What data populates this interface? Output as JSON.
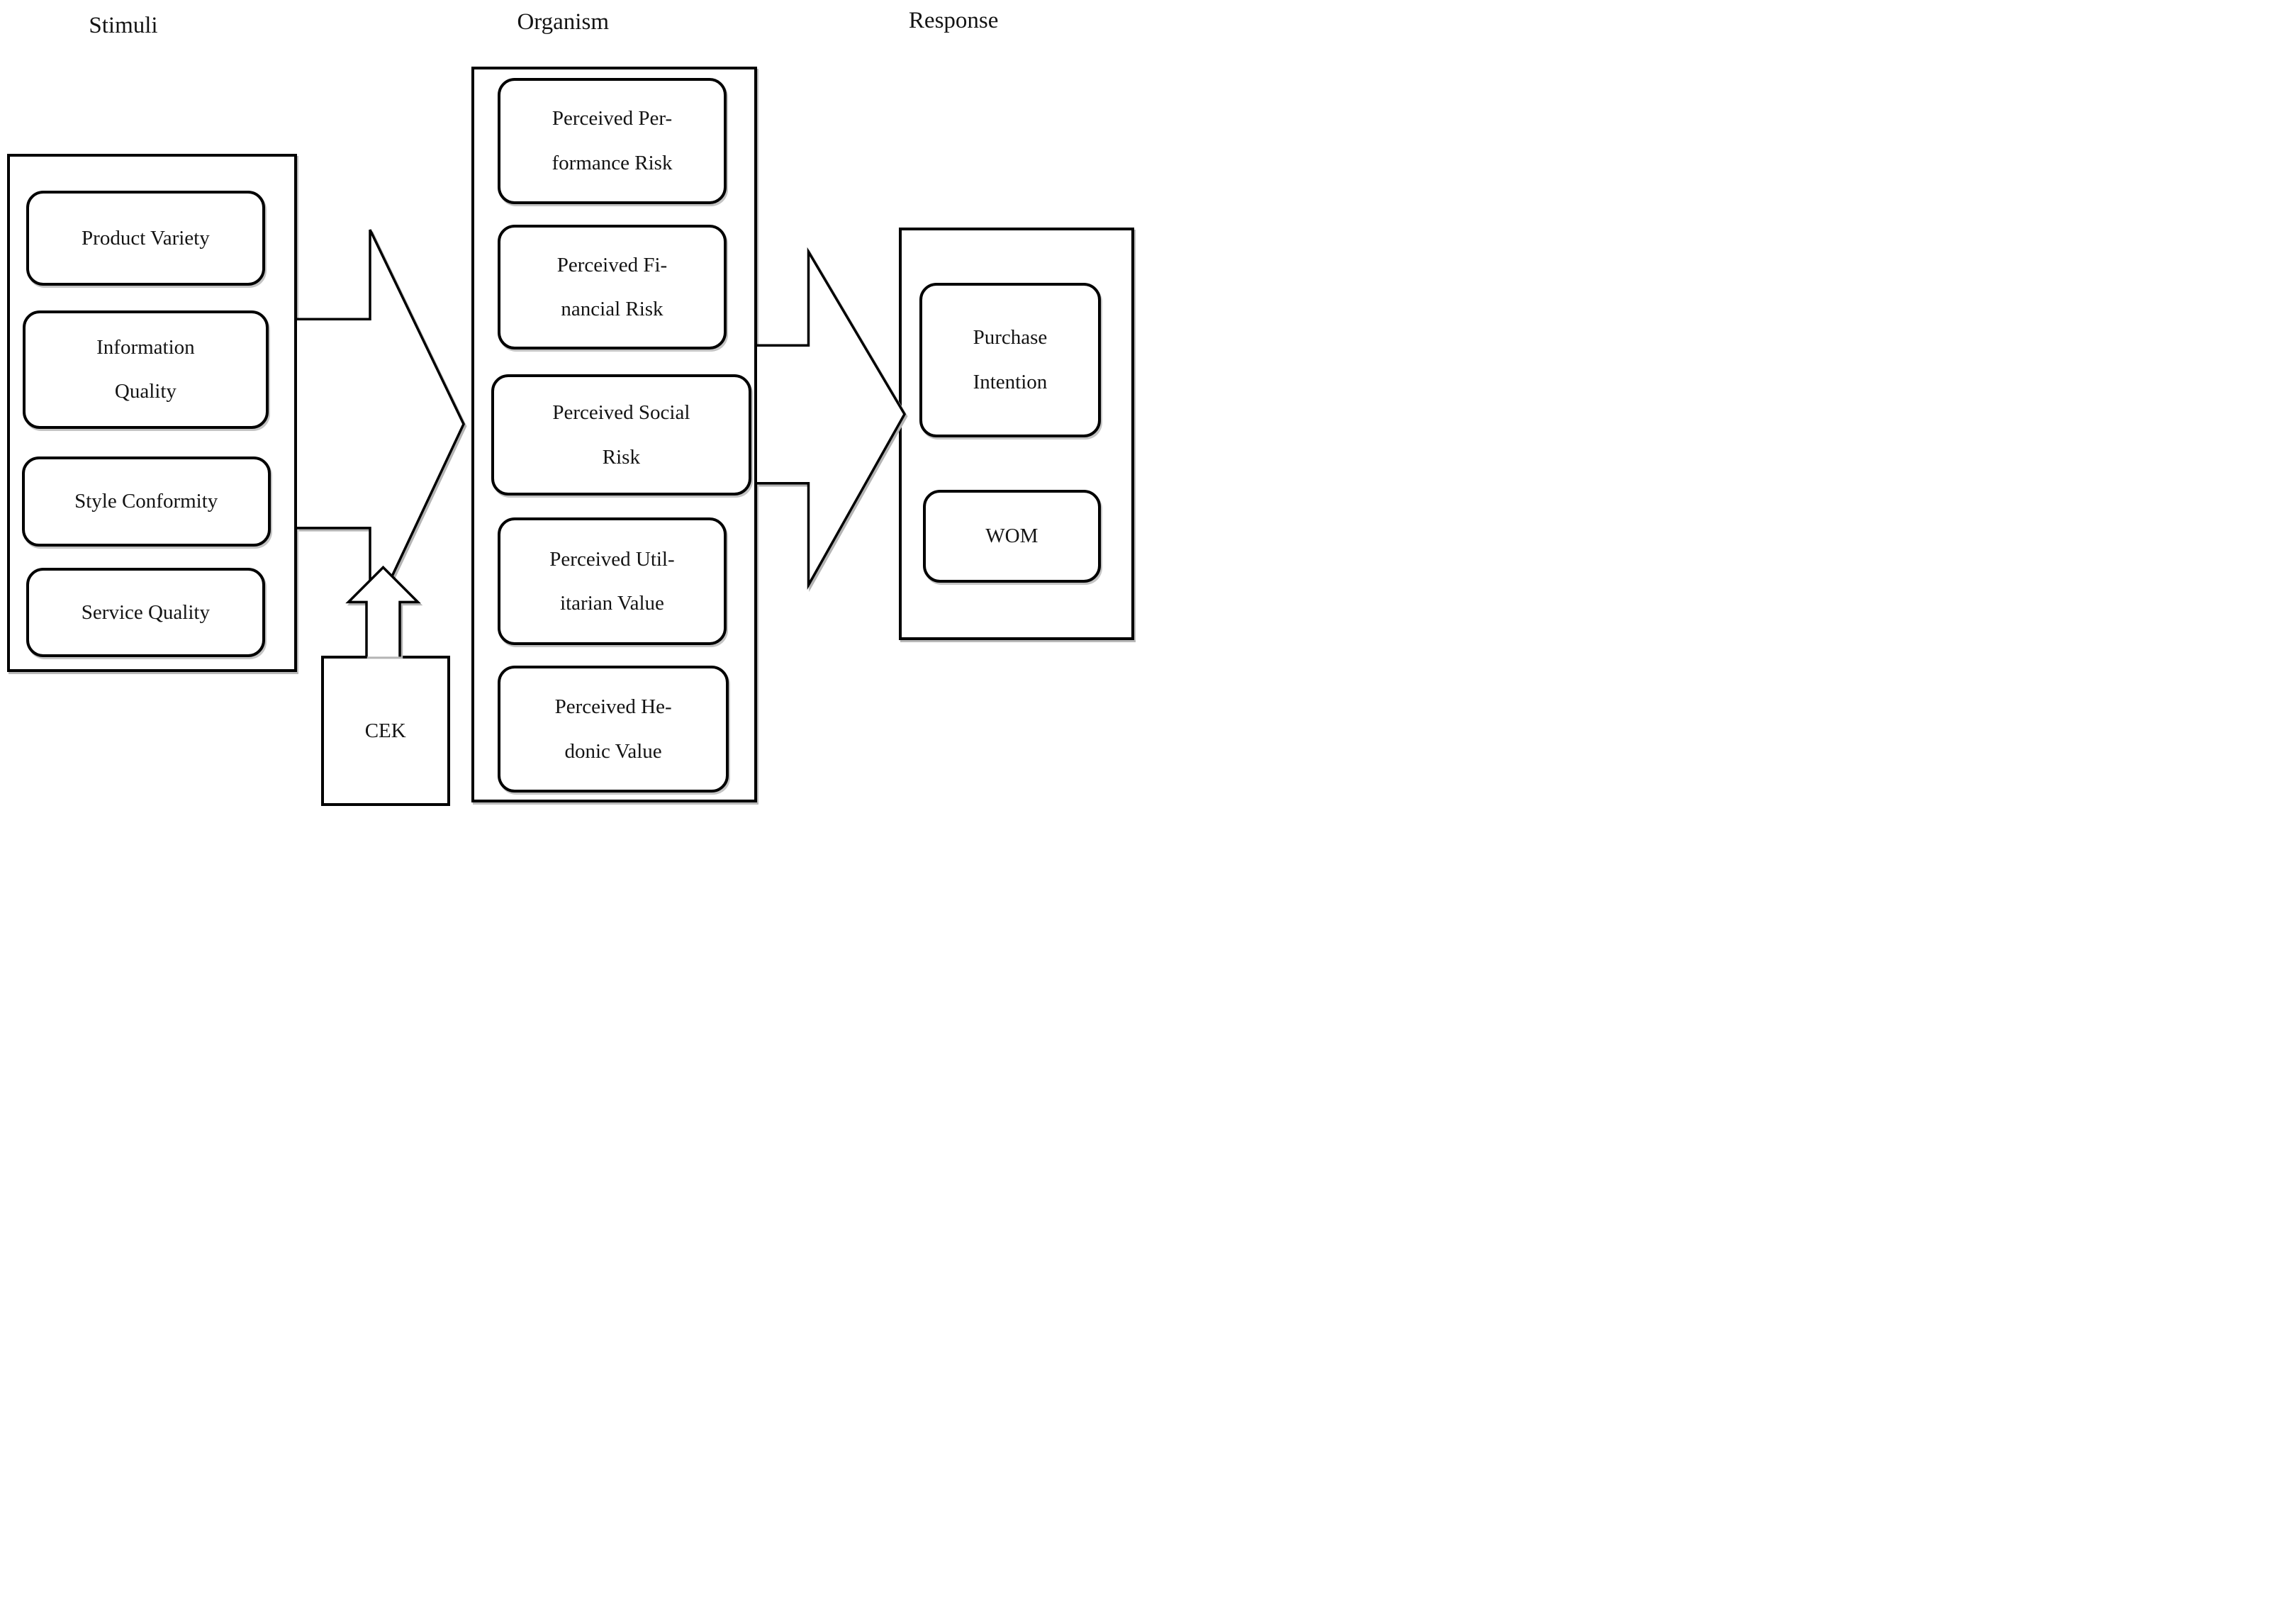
{
  "figure": {
    "title": "S-O-R framework diagram",
    "colors": {
      "background": "#ffffff",
      "border": "#000000",
      "text": "#141414",
      "shadow": "#b4b4b4"
    },
    "columns": [
      {
        "id": "stimuli",
        "header": "Stimuli",
        "boxes": [
          {
            "lines": [
              "Product Variety"
            ]
          },
          {
            "lines": [
              "Information",
              "Quality"
            ]
          },
          {
            "lines": [
              "Style Conformity"
            ]
          },
          {
            "lines": [
              "Service Quality"
            ]
          }
        ]
      },
      {
        "id": "organism",
        "header": "Organism",
        "boxes": [
          {
            "lines": [
              "Perceived Per-",
              "formance Risk"
            ]
          },
          {
            "lines": [
              "Perceived Fi-",
              "nancial Risk"
            ]
          },
          {
            "lines": [
              "Perceived Social",
              "Risk"
            ]
          },
          {
            "lines": [
              "Perceived Util-",
              "itarian Value"
            ]
          },
          {
            "lines": [
              "Perceived He-",
              "donic Value"
            ]
          }
        ]
      },
      {
        "id": "response",
        "header": "Response",
        "boxes": [
          {
            "lines": [
              "Purchase",
              "Intention"
            ]
          },
          {
            "lines": [
              "WOM"
            ]
          }
        ]
      }
    ],
    "moderator": {
      "label": "CEK"
    },
    "arrows": [
      {
        "name": "stimuli-to-organism"
      },
      {
        "name": "organism-to-response"
      },
      {
        "name": "cek-moderator-up"
      }
    ]
  }
}
